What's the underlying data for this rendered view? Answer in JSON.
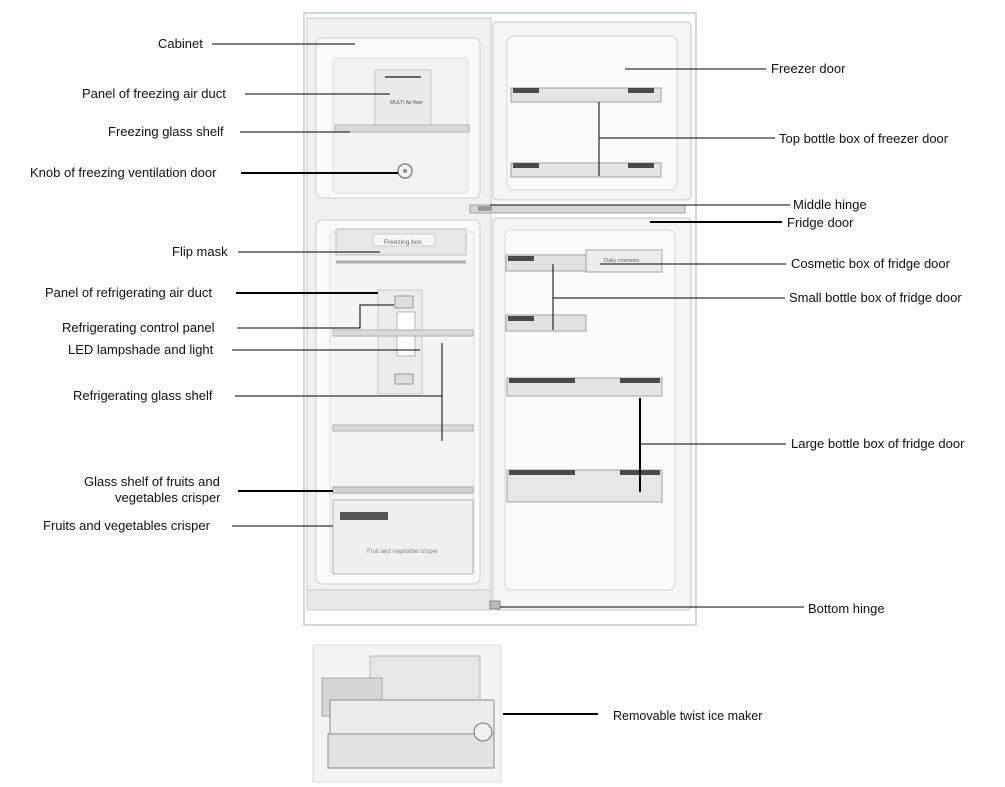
{
  "left_labels": {
    "cabinet": "Cabinet",
    "panel_freezing_duct": "Panel of freezing air duct",
    "freezing_glass_shelf": "Freezing glass shelf",
    "knob_freezing_vent": "Knob of freezing ventilation door",
    "flip_mask": "Flip mask",
    "panel_refrig_duct": "Panel of refrigerating air duct",
    "refrig_control_panel": "Refrigerating control panel",
    "led_lampshade": "LED lampshade and light",
    "refrig_glass_shelf": "Refrigerating glass shelf",
    "glass_shelf_crisper_1": "Glass shelf of fruits and",
    "glass_shelf_crisper_2": "vegetables crisper",
    "crisper": "Fruits and vegetables crisper"
  },
  "right_labels": {
    "freezer_door": "Freezer door",
    "top_bottle_box": "Top bottle box of freezer door",
    "middle_hinge": "Middle hinge",
    "fridge_door": "Fridge door",
    "cosmetic_box": "Cosmetic box of fridge door",
    "small_bottle_box": "Small bottle box of fridge door",
    "large_bottle_box": "Large bottle box of fridge door",
    "bottom_hinge": "Bottom hinge",
    "ice_maker": "Removable twist ice maker"
  },
  "product_text": {
    "multi_air_flow": "MULTI Air flow",
    "freezing_box": "Freezing box",
    "daily_cosmetic": "Daily cosmetic",
    "fruit_veg_crisper": "Fruit and vegetable crisper"
  }
}
